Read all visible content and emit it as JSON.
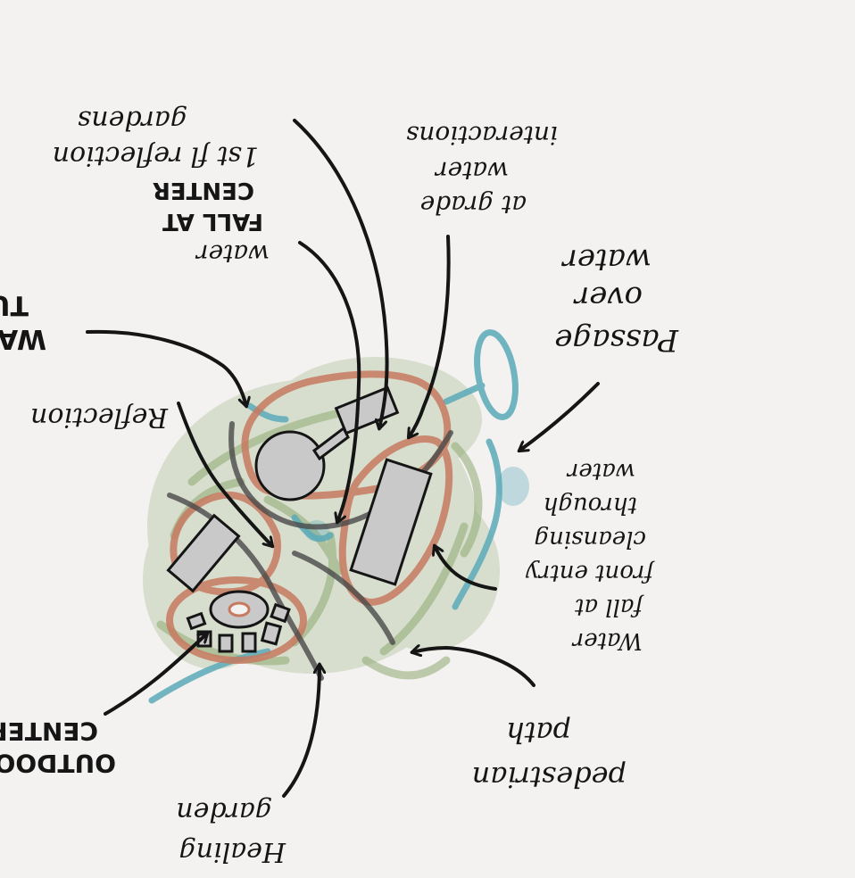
{
  "colors": {
    "background": "#f4f2f1",
    "ink": "#151515",
    "green": "#8fab72",
    "terracotta": "#c77a60",
    "teal": "#5aaab8",
    "grey_fill": "#c9c9c9",
    "dark_path": "#4a4a4a"
  },
  "annotations": {
    "first_floor_reflection": [
      "1st fl reflection",
      "gardens"
    ],
    "water_fall_center": [
      "water",
      "FALL AT",
      "CENTER"
    ],
    "at_grade_water": [
      "at grade",
      "water",
      "interactions"
    ],
    "water_tunnel": [
      "WAT",
      "TUN"
    ],
    "passage_over_water": [
      "Passage",
      "over",
      "water"
    ],
    "reflection": [
      "Reflection"
    ],
    "cleansing_water": [
      "Water",
      "fall at",
      "front entry",
      "cleansing",
      "through",
      "water"
    ],
    "pedestrian_path": [
      "pedestrian",
      "path"
    ],
    "healing_garden": [
      "Healing",
      "garden"
    ],
    "outdoor_center": [
      "OUTDOOR",
      "CENTER"
    ]
  }
}
